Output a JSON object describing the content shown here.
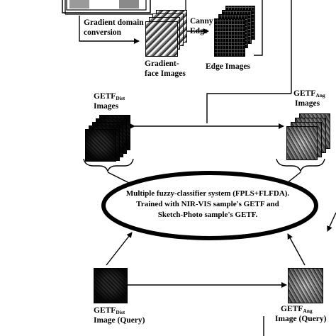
{
  "labels": {
    "gradient_domain_1": "Gradient domain",
    "gradient_domain_2": "conversion",
    "canny_1": "Canny",
    "canny_2": "Edge",
    "gradient_face_1": "Gradient-",
    "gradient_face_2": "face Images",
    "edge_images": "Edge Images",
    "getf": "GETF",
    "dist_sub": "Dist",
    "ang_sub": "Ang",
    "images": "Images",
    "image_query": "Image (Query)"
  },
  "classifier": {
    "line1": "Multiple fuzzy-classifier system (FPLS+FLFDA).",
    "line2": "Trained with NIR-VIS sample's GETF and",
    "line3": "Sketch-Photo sample's GETF."
  }
}
